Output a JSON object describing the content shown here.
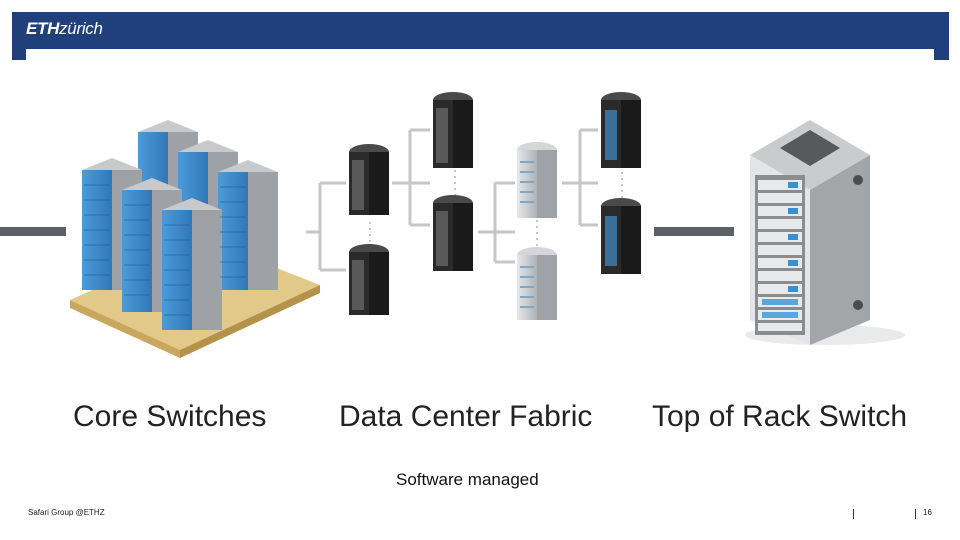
{
  "header": {
    "logo_bold": "ETH",
    "logo_light": "zürich"
  },
  "labels": {
    "core": "Core Switches",
    "fabric": "Data Center Fabric",
    "tor": "Top of Rack Switch"
  },
  "subtitle": "Software managed",
  "footer": {
    "credit": "Safari Group @ETHZ",
    "page": "16"
  },
  "colors": {
    "header": "#1f407a",
    "server_blue": "#3b8fd0",
    "rack_dark": "#2b2b2b",
    "rack_gray": "#b9bcc0",
    "connector": "#c4c6c8"
  }
}
